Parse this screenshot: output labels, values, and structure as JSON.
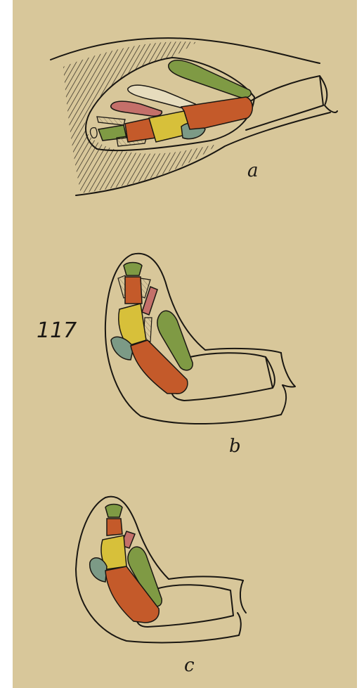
{
  "figure": {
    "number": "117",
    "labels": [
      "a",
      "b",
      "c"
    ]
  },
  "colors": {
    "paper": "#d8c79a",
    "ink": "#1a1712",
    "green": "#7f9a44",
    "orange": "#c45a2a",
    "yellow": "#d7c03a",
    "pink": "#c4706a",
    "teal": "#7c9a86"
  }
}
